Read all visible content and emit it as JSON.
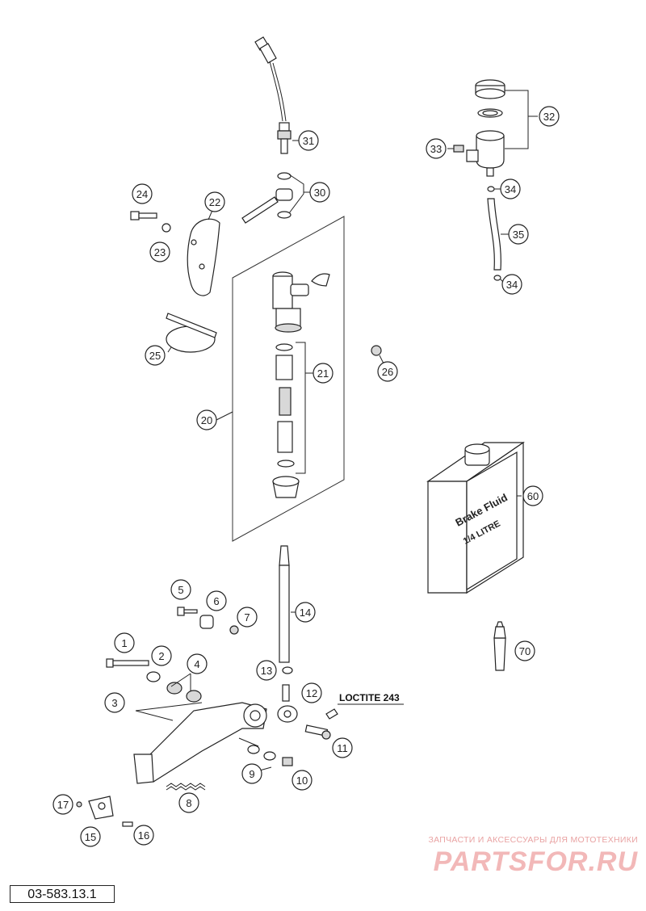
{
  "drawing_number": "03-583.13.1",
  "annotation": "LOCTITE 243",
  "bottle_label": {
    "line1": "Brake Fluid",
    "line2": "1/4 LITRE"
  },
  "watermark": {
    "tagline": "ЗАПЧАСТИ И АКСЕССУАРЫ ДЛЯ МОТОТЕХНИКИ",
    "brand": "PARTSFOR.RU"
  },
  "callouts": {
    "c1": "1",
    "c2": "2",
    "c3": "3",
    "c4": "4",
    "c5": "5",
    "c6": "6",
    "c7": "7",
    "c8": "8",
    "c9": "9",
    "c10": "10",
    "c11": "11",
    "c12": "12",
    "c13": "13",
    "c14": "14",
    "c15": "15",
    "c16": "16",
    "c17": "17",
    "c20": "20",
    "c21": "21",
    "c22": "22",
    "c23": "23",
    "c24": "24",
    "c25": "25",
    "c26": "26",
    "c30": "30",
    "c31": "31",
    "c32": "32",
    "c33": "33",
    "c34a": "34",
    "c34b": "34",
    "c35": "35",
    "c60": "60",
    "c70": "70"
  }
}
